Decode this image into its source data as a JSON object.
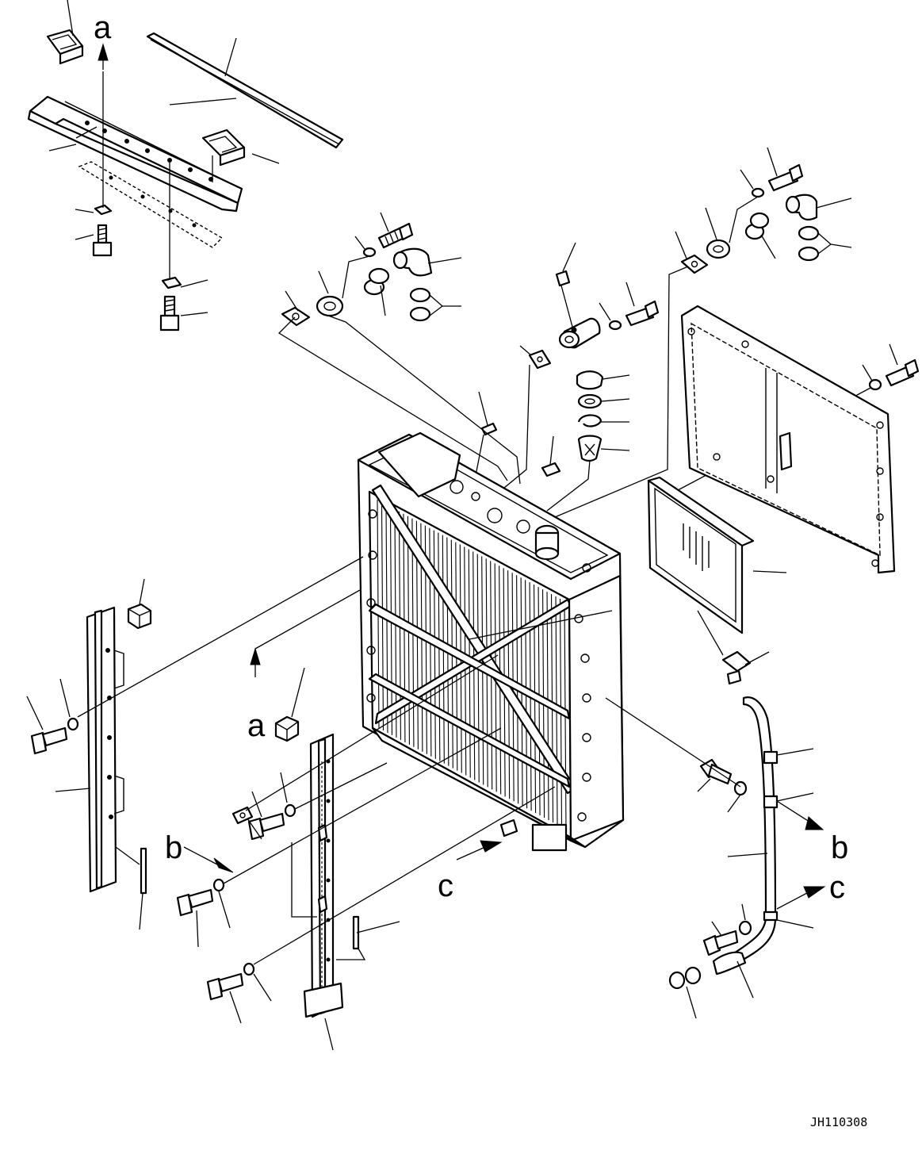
{
  "drawing_code": "JH110308",
  "callouts": {
    "a_top": "a",
    "a_bottom": "a",
    "b_left": "b",
    "b_right": "b",
    "c_left": "c",
    "c_right": "c"
  }
}
